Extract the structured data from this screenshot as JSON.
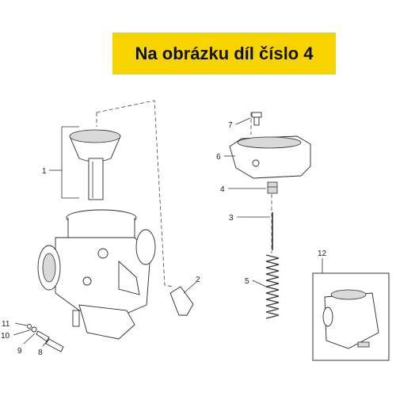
{
  "banner": {
    "title": "Na obrázku díl číslo 4",
    "background_color": "#f7d300",
    "text_color": "#111111"
  },
  "callouts": {
    "c1": "1",
    "c2": "2",
    "c3": "3",
    "c4": "4",
    "c5": "5",
    "c6": "6",
    "c7": "7",
    "c8": "8",
    "c9": "9",
    "c10": "10",
    "c11": "11",
    "c12": "12"
  }
}
